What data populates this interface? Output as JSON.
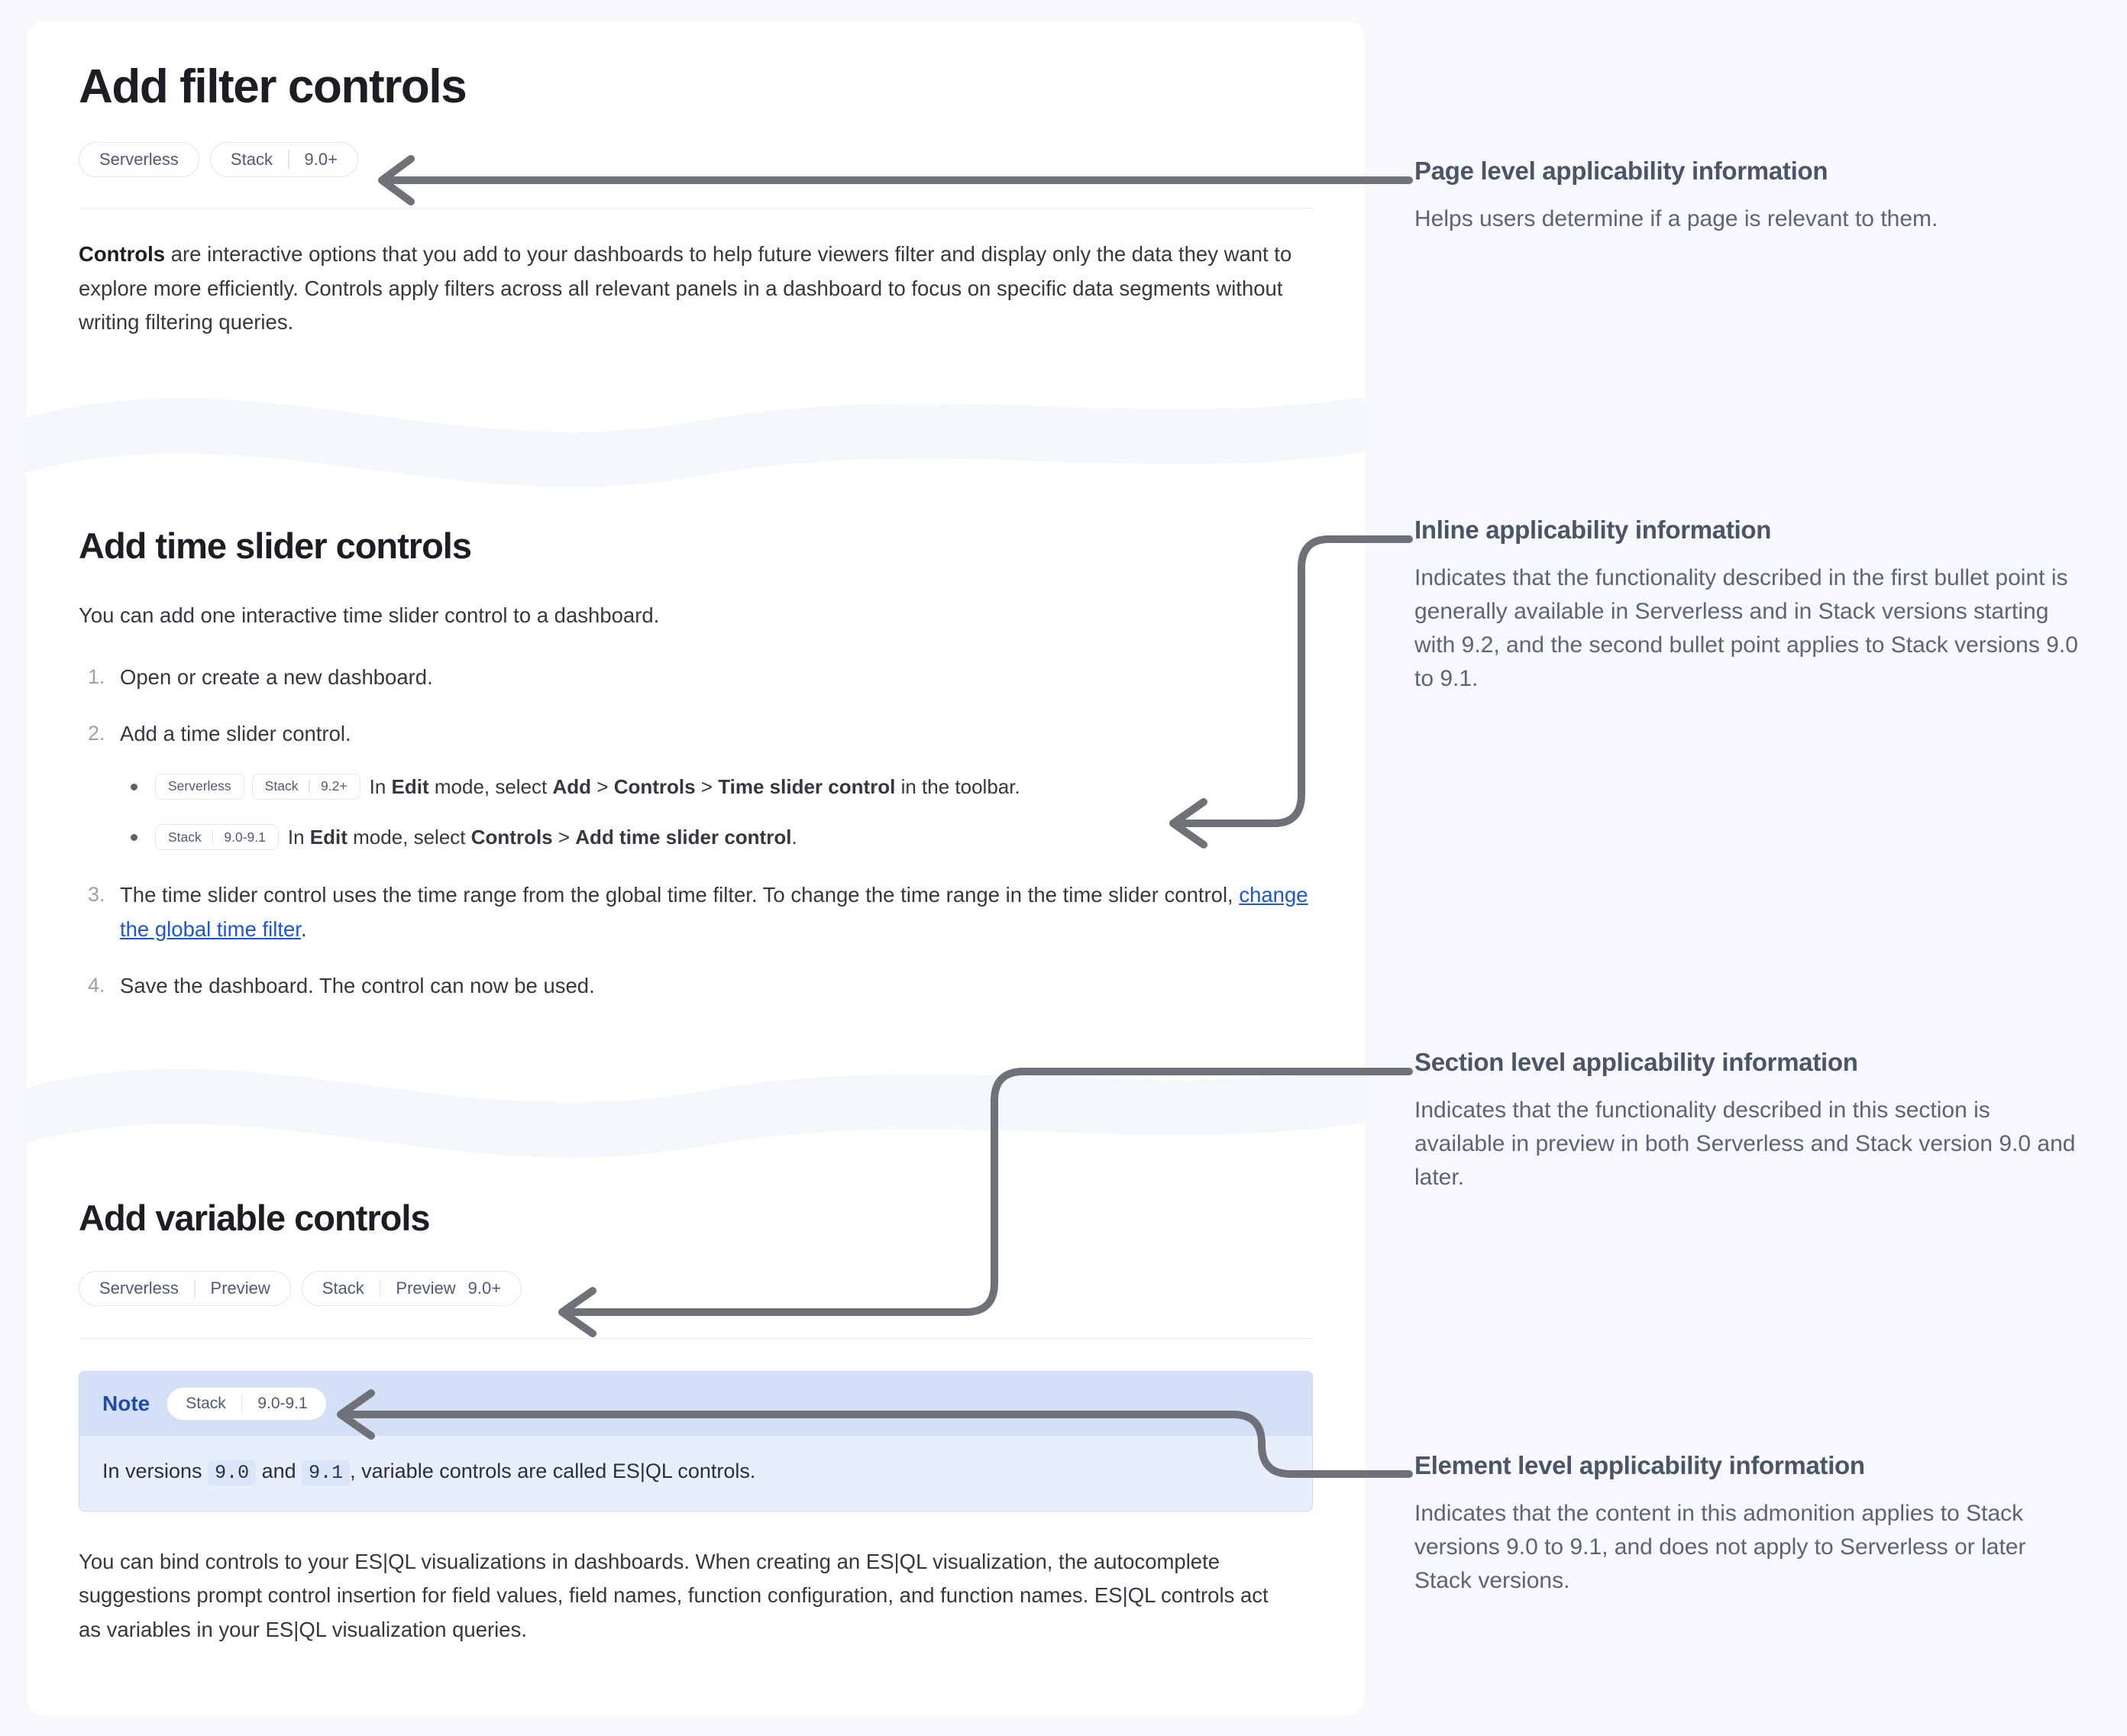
{
  "page": {
    "title": "Add filter controls",
    "applicability": [
      {
        "product": "Serverless",
        "lifecycle": "",
        "version": ""
      },
      {
        "product": "Stack",
        "lifecycle": "",
        "version": "9.0+"
      }
    ],
    "intro": {
      "lead": "Controls",
      "rest": " are interactive options that you add to your dashboards to help future viewers filter and display only the data they want to explore more efficiently. Controls apply filters across all relevant panels in a dashboard to focus on specific data segments without writing filtering queries."
    }
  },
  "section_time_slider": {
    "title": "Add time slider controls",
    "intro": "You can add one interactive time slider control to a dashboard.",
    "steps": [
      {
        "num": "1.",
        "text": "Open or create a new dashboard."
      },
      {
        "num": "2.",
        "text": "Add a time slider control."
      },
      {
        "num": "3.",
        "text": "The time slider control uses the time range from the global time filter. To change the time range in the time slider control, ",
        "link": "change the global time filter",
        "tail": "."
      },
      {
        "num": "4.",
        "text": "Save the dashboard. The control can now be used."
      }
    ],
    "bullets": [
      {
        "badges": [
          {
            "product": "Serverless",
            "version": ""
          },
          {
            "product": "Stack",
            "version": "9.2+"
          }
        ],
        "parts": [
          {
            "t": "In ",
            "b": false
          },
          {
            "t": "Edit",
            "b": true
          },
          {
            "t": " mode, select ",
            "b": false
          },
          {
            "t": "Add",
            "b": true
          },
          {
            "t": " > ",
            "b": false
          },
          {
            "t": "Controls",
            "b": true
          },
          {
            "t": " > ",
            "b": false
          },
          {
            "t": "Time slider control",
            "b": true
          },
          {
            "t": " in the toolbar.",
            "b": false
          }
        ]
      },
      {
        "badges": [
          {
            "product": "Stack",
            "version": "9.0-9.1"
          }
        ],
        "parts": [
          {
            "t": "In ",
            "b": false
          },
          {
            "t": "Edit",
            "b": true
          },
          {
            "t": " mode, select ",
            "b": false
          },
          {
            "t": "Controls",
            "b": true
          },
          {
            "t": " > ",
            "b": false
          },
          {
            "t": "Add time slider control",
            "b": true
          },
          {
            "t": ".",
            "b": false
          }
        ]
      }
    ]
  },
  "section_variable": {
    "title": "Add variable controls",
    "applicability": [
      {
        "product": "Serverless",
        "lifecycle": "Preview",
        "version": ""
      },
      {
        "product": "Stack",
        "lifecycle": "Preview",
        "version": "9.0+"
      }
    ],
    "note": {
      "label": "Note",
      "badge": {
        "product": "Stack",
        "version": "9.0-9.1"
      },
      "body_pre": "In versions ",
      "code1": "9.0",
      "body_mid": " and ",
      "code2": "9.1",
      "body_post": ", variable controls are called ES|QL controls."
    },
    "paragraph": "You can bind controls to your ES|QL visualizations in dashboards. When creating an ES|QL visualization, the autocomplete suggestions prompt control insertion for field values, field names, function configuration, and function names. ES|QL controls act as variables in your ES|QL visualization queries."
  },
  "annotations": [
    {
      "id": "page-level",
      "title": "Page level applicability information",
      "body": "Helps users determine if a page is relevant to them."
    },
    {
      "id": "inline",
      "title": "Inline applicability information",
      "body": "Indicates that the functionality described in the first bullet point is generally available in Serverless and in Stack versions starting with 9.2, and the second bullet point applies to Stack versions 9.0 to 9.1."
    },
    {
      "id": "section-level",
      "title": "Section level applicability information",
      "body": "Indicates that the functionality described in this section is available in preview in both Serverless and Stack version 9.0 and later."
    },
    {
      "id": "element-level",
      "title": "Element level applicability information",
      "body": "Indicates that the content in this admonition applies to Stack versions 9.0 to 9.1, and does not apply to Serverless or later Stack versions."
    }
  ],
  "colors": {
    "page_background": "#f6f8fc",
    "card_background": "#ffffff",
    "connector": "#6e7278",
    "link": "#1a56db",
    "badge_text": "#4f5b74",
    "note_header": "#d4e0f7",
    "note_body": "#e8eefc",
    "note_label": "#1f4aa8",
    "annotation_title": "#4a5568",
    "annotation_body": "#5b6575"
  }
}
